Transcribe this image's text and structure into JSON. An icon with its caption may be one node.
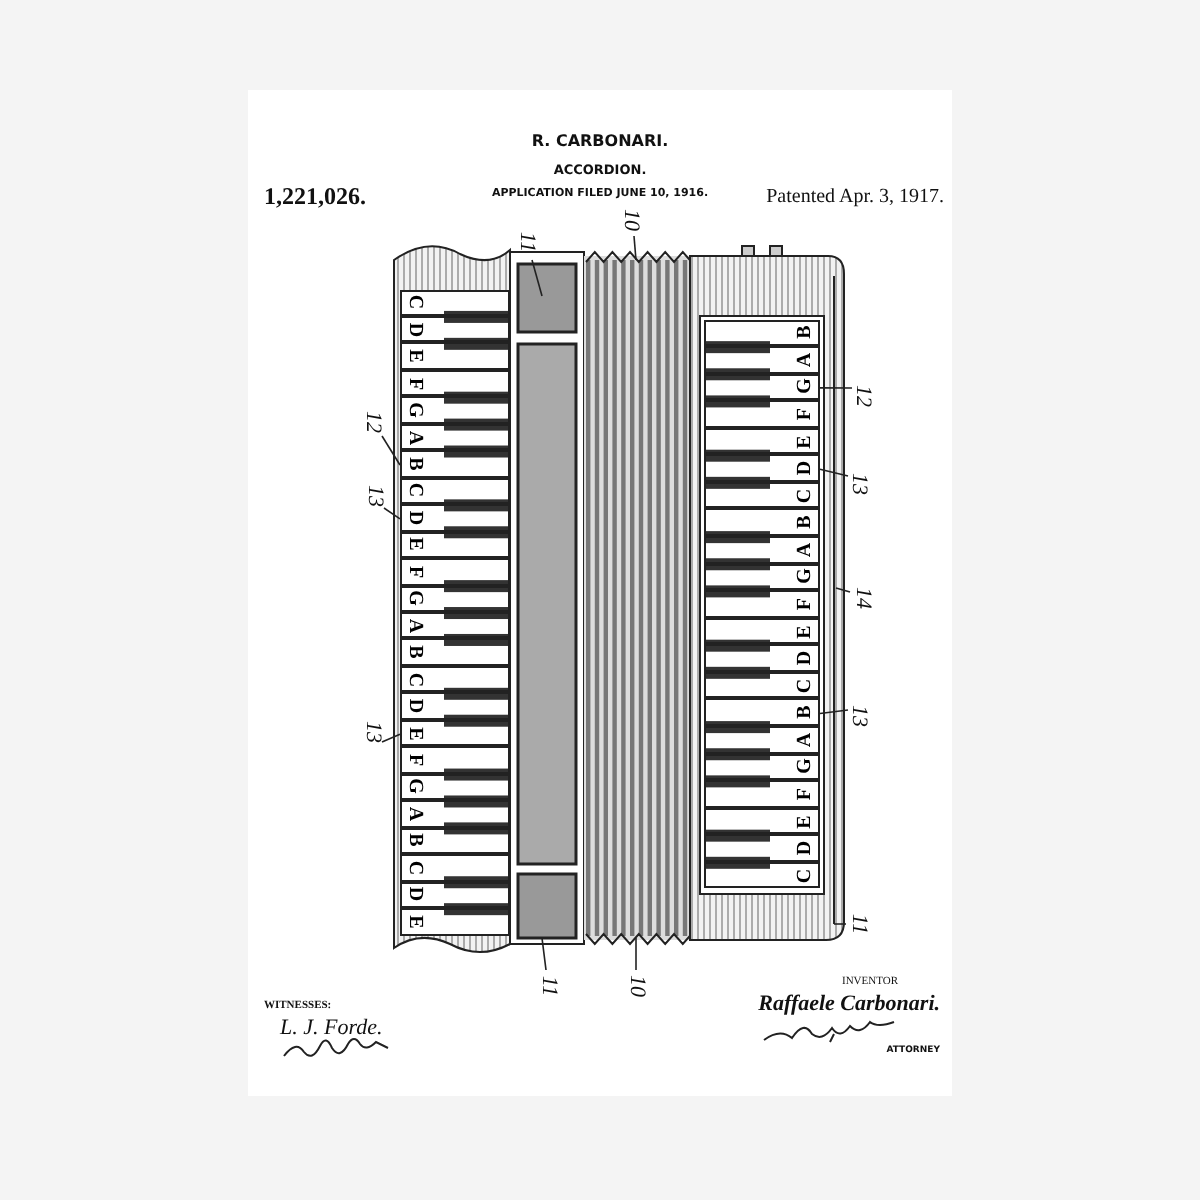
{
  "diagram": {
    "nodes": [
      {
        "text": [
          "C"
        ]
      },
      {
        "text": [
          "D"
        ]
      },
      {
        "text": [
          "E"
        ]
      },
      {
        "text": [
          "F"
        ]
      },
      {
        "text": [
          "G"
        ]
      },
      {
        "text": [
          "A"
        ]
      },
      {
        "text": [
          "B"
        ]
      },
      {
        "text": [
          "C"
        ]
      },
      {
        "text": [
          "D"
        ]
      },
      {
        "text": [
          "E"
        ]
      },
      {
        "text": [
          "F"
        ]
      },
      {
        "text": [
          "G"
        ]
      },
      {
        "text": [
          "A"
        ]
      },
      {
        "text": [
          "B"
        ]
      },
      {
        "text": [
          "C"
        ]
      },
      {
        "text": [
          "D"
        ]
      },
      {
        "text": [
          "E"
        ]
      },
      {
        "text": [
          "F"
        ]
      },
      {
        "text": [
          "G"
        ]
      },
      {
        "text": [
          "A"
        ]
      },
      {
        "text": [
          "B"
        ]
      },
      {
        "text": [
          "C"
        ]
      },
      {
        "text": [
          "D"
        ]
      },
      {
        "text": [
          "E"
        ]
      },
      {
        "text": [
          "B"
        ]
      },
      {
        "text": [
          "A"
        ]
      },
      {
        "text": [
          "G"
        ]
      },
      {
        "text": [
          "F"
        ]
      },
      {
        "text": [
          "E"
        ]
      },
      {
        "text": [
          "D"
        ]
      },
      {
        "text": [
          "C"
        ]
      },
      {
        "text": [
          "B"
        ]
      },
      {
        "text": [
          "A"
        ]
      },
      {
        "text": [
          "G"
        ]
      },
      {
        "text": [
          "F"
        ]
      },
      {
        "text": [
          "E"
        ]
      },
      {
        "text": [
          "D"
        ]
      },
      {
        "text": [
          "C"
        ]
      },
      {
        "text": [
          "B"
        ]
      },
      {
        "text": [
          "A"
        ]
      },
      {
        "text": [
          "G"
        ]
      },
      {
        "text": [
          "F"
        ]
      },
      {
        "text": [
          "E"
        ]
      },
      {
        "text": [
          "D"
        ]
      },
      {
        "text": [
          "C"
        ]
      },
      {
        "text": [
          "11"
        ]
      },
      {
        "text": [
          "10"
        ]
      },
      {
        "text": [
          "12"
        ]
      },
      {
        "text": [
          "13"
        ]
      },
      {
        "text": [
          "13"
        ]
      },
      {
        "text": [
          "11"
        ]
      },
      {
        "text": [
          "10"
        ]
      },
      {
        "text": [
          "12"
        ]
      },
      {
        "text": [
          "13"
        ]
      },
      {
        "text": [
          "14"
        ]
      },
      {
        "text": [
          "13"
        ]
      },
      {
        "text": [
          "11"
        ]
      }
    ],
    "edges": [
      {
        "from": 45,
        "to": null,
        "arrow": "none"
      },
      {
        "from": 46,
        "to": null,
        "arrow": "none"
      },
      {
        "from": 47,
        "to": 6,
        "arrow": "none"
      },
      {
        "from": 48,
        "to": 8,
        "arrow": "none"
      },
      {
        "from": 49,
        "to": 16,
        "arrow": "none"
      },
      {
        "from": 50,
        "to": null,
        "arrow": "none"
      },
      {
        "from": 51,
        "to": null,
        "arrow": "none"
      },
      {
        "from": 52,
        "to": 26,
        "arrow": "none"
      },
      {
        "from": 53,
        "to": 29,
        "arrow": "none"
      },
      {
        "from": 54,
        "to": null,
        "arrow": "none"
      },
      {
        "from": 55,
        "to": 38,
        "arrow": "none"
      },
      {
        "from": 56,
        "to": null,
        "arrow": "none"
      }
    ],
    "labels": [
      "R. CARBONARI.",
      "ACCORDION.",
      "APPLICATION FILED JUNE 10, 1916.",
      "1,221,026.",
      "Patented Apr. 3, 1917.",
      "WITNESSES:",
      "L. J. Forde.",
      "INVENTOR",
      "Raffaele Carbonari.",
      "ATTORNEY"
    ]
  }
}
